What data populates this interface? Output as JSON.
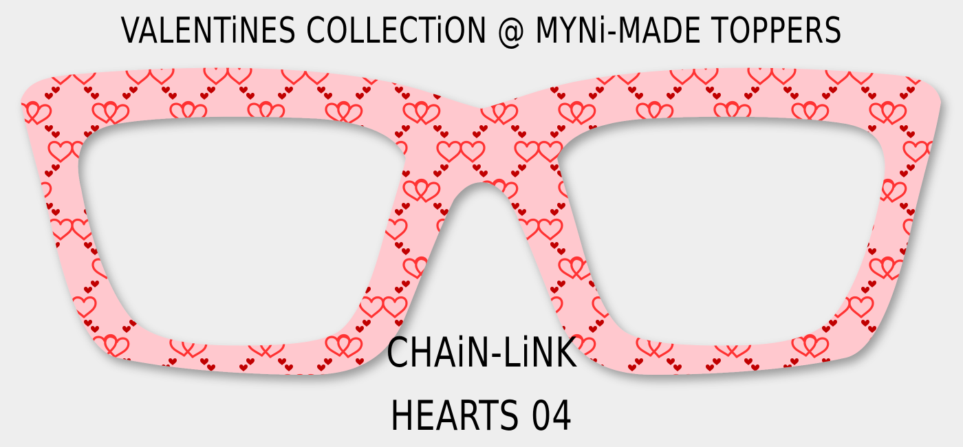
{
  "header": {
    "title": "VALENTiNES COLLECTiON @ MYNi-MADE TOPPERS"
  },
  "product": {
    "name_line1": "CHAiN-LiNK",
    "name_line2": "HEARTS 04",
    "item": "eyeglass frame topper"
  },
  "colors": {
    "background": "#eeeeee",
    "frame_base": "#ffc8ce",
    "outline_heart": "#ff3333",
    "small_heart": "#c00000",
    "text": "#000000"
  },
  "pattern": {
    "motifs": [
      "outline-heart-pair-icon",
      "small-heart-chain-icon"
    ]
  }
}
